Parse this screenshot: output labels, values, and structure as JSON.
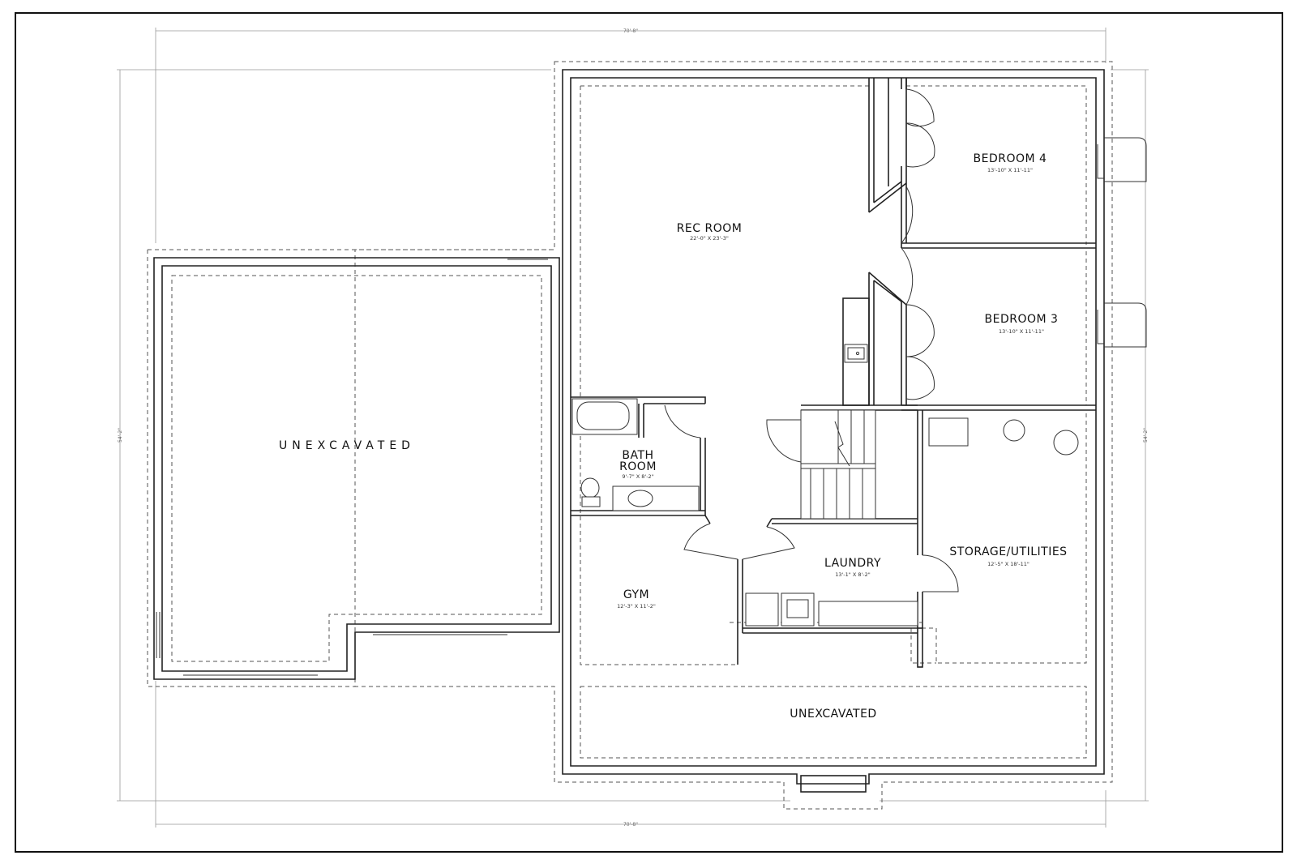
{
  "rooms": {
    "rec_room": {
      "name": "REC ROOM",
      "size": "22'-0\" X 23'-3\""
    },
    "bedroom4": {
      "name": "BEDROOM 4",
      "size": "13'-10\" X 11'-11\""
    },
    "bedroom3": {
      "name": "BEDROOM 3",
      "size": "13'-10\" X 11'-11\""
    },
    "bathroom": {
      "name_line1": "BATH",
      "name_line2": "ROOM",
      "size": "9'-7\" X 8'-2\""
    },
    "gym": {
      "name": "GYM",
      "size": "12'-3\" X 11'-2\""
    },
    "laundry": {
      "name": "LAUNDRY",
      "size": "13'-1\" X 8'-2\""
    },
    "storage": {
      "name": "STORAGE/UTILITIES",
      "size": "12'-5\" X 18'-11\""
    },
    "unexcavated_left": {
      "name": "UNEXCAVATED"
    },
    "unexcavated_bottom": {
      "name": "UNEXCAVATED"
    }
  },
  "dimensions": {
    "top_width": "70'-8\"",
    "bottom_width": "70'-8\"",
    "left_height": "54'-2\"",
    "right_height": "54'-2\""
  }
}
